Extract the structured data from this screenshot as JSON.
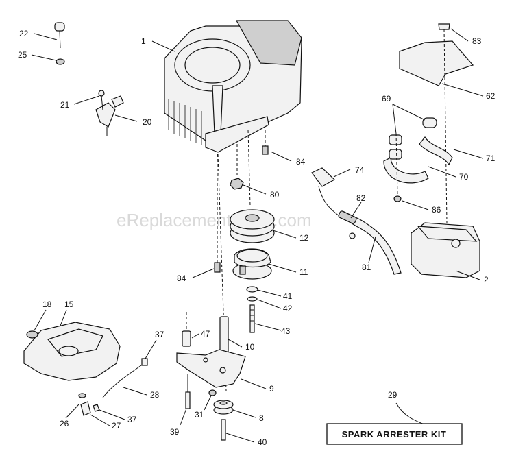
{
  "watermark": "eReplacementParts.com",
  "kit_label": "SPARK ARRESTER KIT",
  "callouts": {
    "c1": "1",
    "c2": "2",
    "c8": "8",
    "c9": "9",
    "c10": "10",
    "c11": "11",
    "c12": "12",
    "c15": "15",
    "c18": "18",
    "c20": "20",
    "c21": "21",
    "c22": "22",
    "c25": "25",
    "c26": "26",
    "c27": "27",
    "c28": "28",
    "c29": "29",
    "c31": "31",
    "c37a": "37",
    "c37b": "37",
    "c39": "39",
    "c40": "40",
    "c41": "41",
    "c42": "42",
    "c43": "43",
    "c47": "47",
    "c62": "62",
    "c69": "69",
    "c70": "70",
    "c71": "71",
    "c74": "74",
    "c80": "80",
    "c81": "81",
    "c82": "82",
    "c83": "83",
    "c84a": "84",
    "c84b": "84",
    "c86": "86"
  }
}
